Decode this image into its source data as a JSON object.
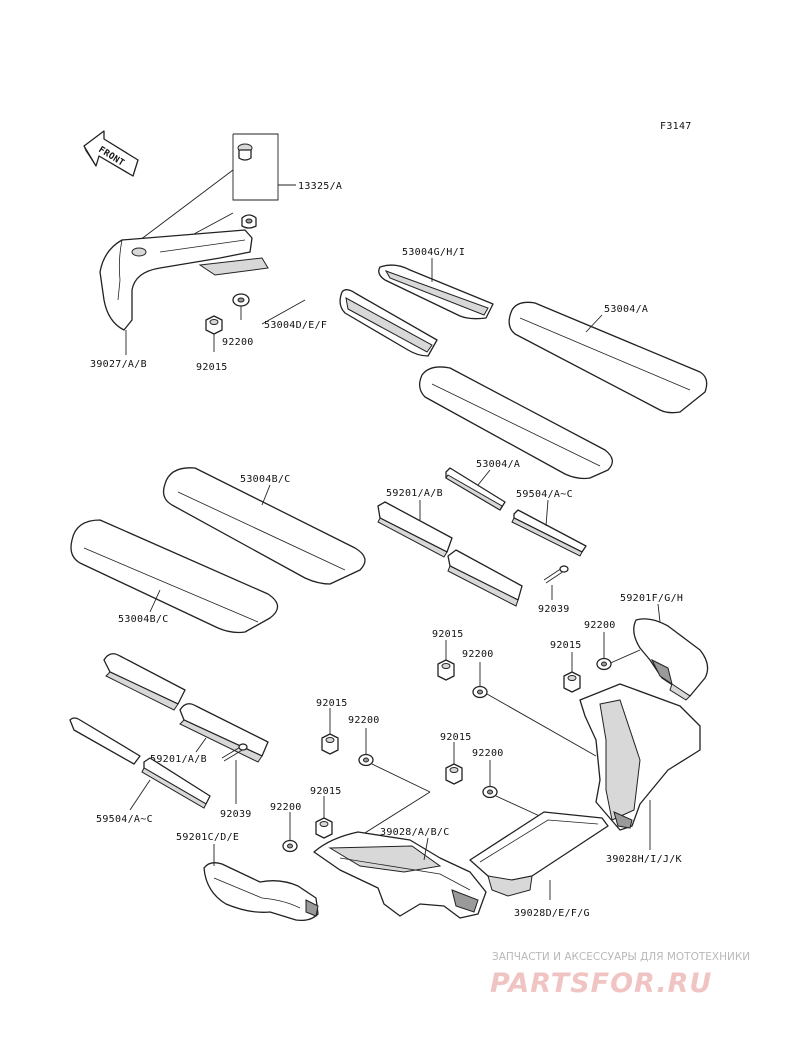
{
  "diagram_code": "F3147",
  "front_label": "FRONT",
  "labels": {
    "l_13325": "13325/A",
    "l_39027": "39027/A/B",
    "l_92015_a": "92015",
    "l_92200_a": "92200",
    "l_53004def": "53004D/E/F",
    "l_53004ghi": "53004G/H/I",
    "l_53004a_1": "53004/A",
    "l_53004bc_1": "53004B/C",
    "l_53004a_2": "53004/A",
    "l_59201ab_1": "59201/A/B",
    "l_59504_1": "59504/A~C",
    "l_92039_1": "92039",
    "l_53004bc_2": "53004B/C",
    "l_59201fgh": "59201F/G/H",
    "l_92015_b": "92015",
    "l_92200_b": "92200",
    "l_92015_c": "92015",
    "l_92200_c": "92200",
    "l_92015_d": "92015",
    "l_92200_d": "92200",
    "l_92015_e": "92015",
    "l_92200_e": "92200",
    "l_59201ab_2": "59201/A/B",
    "l_59504_2": "59504/A~C",
    "l_92039_2": "92039",
    "l_92200_f": "92200",
    "l_92015_f": "92015",
    "l_59201cde": "59201C/D/E",
    "l_39028abc": "39028/A/B/C",
    "l_39028hijk": "39028H/I/J/K",
    "l_39028defg": "39028D/E/F/G"
  },
  "watermark": {
    "tagline": "ЗАПЧАСТИ И АКСЕССУАРЫ ДЛЯ МОТОТЕХНИКИ",
    "logo": "PARTSFOR.RU"
  }
}
